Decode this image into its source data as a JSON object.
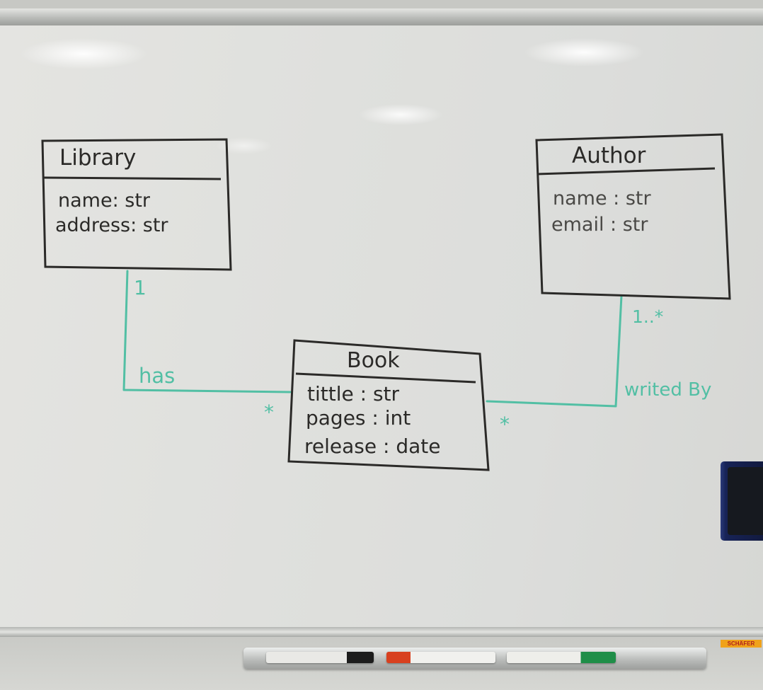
{
  "classes": {
    "library": {
      "name": "Library",
      "attributes": [
        "name: str",
        "address: str"
      ]
    },
    "author": {
      "name": "Author",
      "attributes": [
        "name : str",
        "email : str"
      ]
    },
    "book": {
      "name": "Book",
      "attributes": [
        "tittle : str",
        "pages : int",
        "release : date"
      ]
    }
  },
  "relations": {
    "library_book": {
      "label": "has",
      "library_multiplicity": "1",
      "book_multiplicity": "*"
    },
    "book_author": {
      "label": "writed By",
      "author_multiplicity": "1..*",
      "book_multiplicity": "*"
    }
  },
  "colors": {
    "black_marker": "#2b2a28",
    "green_marker": "#52bfa4",
    "board": "#e0e1de"
  },
  "board_brand": "SCHÄFER"
}
